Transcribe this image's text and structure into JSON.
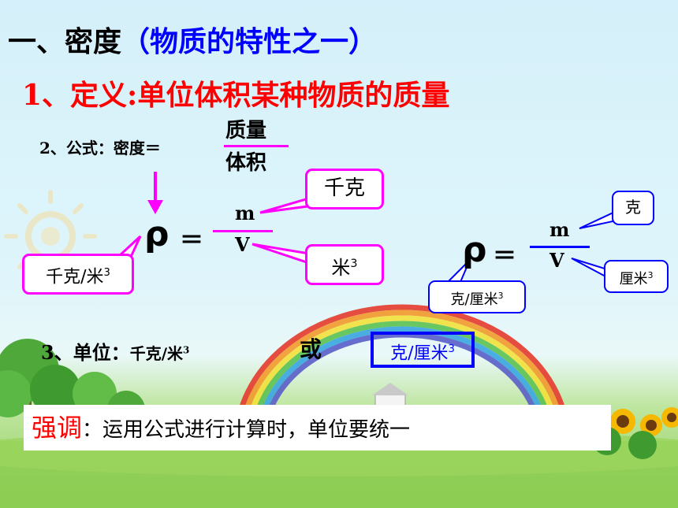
{
  "title": {
    "main": "一、密度",
    "paren": "（物质的特性之一）"
  },
  "definition": "1、定义:单位体积某种物质的质量",
  "formula": {
    "label": "2、公式：密度＝",
    "numerator": "质量",
    "denominator": "体积"
  },
  "formula_kg": {
    "rho": "ρ",
    "equals": "＝",
    "m": "m",
    "v": "V",
    "bubble_mass": "千克",
    "bubble_volume": "米",
    "bubble_volume_exp": "3",
    "bubble_density": "千克/米",
    "bubble_density_exp": "3"
  },
  "formula_g": {
    "rho": "ρ",
    "equals": "＝",
    "m": "m",
    "v": "V",
    "bubble_mass": "克",
    "bubble_volume": "厘米",
    "bubble_volume_exp": "3",
    "bubble_density": "克/厘米",
    "bubble_density_exp": "3"
  },
  "units": {
    "label": "3、单位：",
    "unit1": "千克/米",
    "unit1_exp": "3",
    "or": "或",
    "unit2": "克/厘米",
    "unit2_exp": "3"
  },
  "emphasis": {
    "key": "强调",
    "text": "：运用公式进行计算时，单位要统一"
  },
  "colors": {
    "title_paren": "#0000ff",
    "definition": "#ff0000",
    "magenta": "#ff00ff",
    "blue": "#0000ff"
  }
}
